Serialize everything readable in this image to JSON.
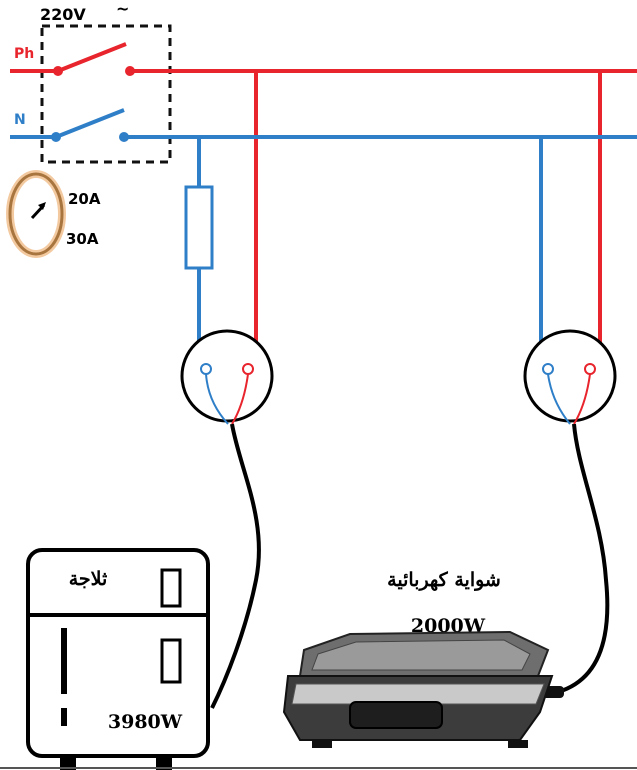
{
  "supply": {
    "voltage_label": "220V",
    "ac_symbol": "~"
  },
  "lines": {
    "phase_label": "Ph",
    "neutral_label": "N"
  },
  "breaker": {
    "rating_1": "20A",
    "rating_2": "30A"
  },
  "appliances": {
    "fridge": {
      "name": "ثلاجة",
      "power": "3980W"
    },
    "grill": {
      "name": "شواية كهربائية",
      "power": "2000W"
    }
  },
  "colors": {
    "phase": "#e8242c",
    "neutral": "#2f7fc8",
    "cable": "#000000",
    "breaker_ring": "#a8753f"
  }
}
